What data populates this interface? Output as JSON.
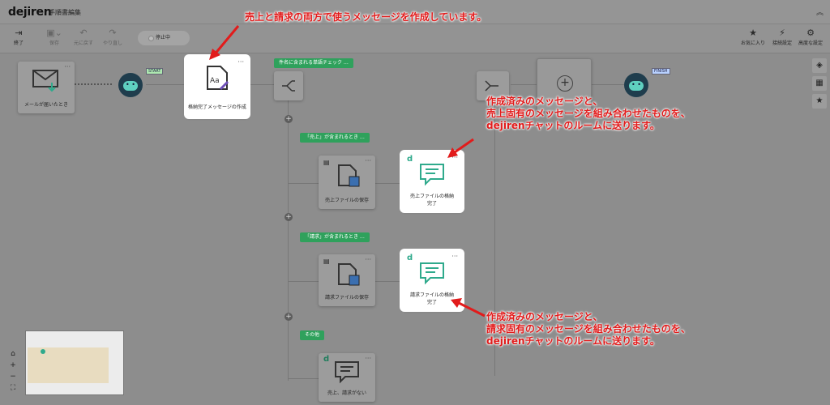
{
  "app": {
    "logo": "dejiren",
    "title": "手順書編集",
    "collapse_icon": "chevrons-up-icon"
  },
  "toolbar": {
    "exit": "終了",
    "save": "保存",
    "undo": "元に戻す",
    "redo": "やり直し",
    "status": "停止中",
    "favorite": "お気に入り",
    "connection": "接続設定",
    "advanced": "高度な設定"
  },
  "flow": {
    "trigger_label": "メールが届いたとき",
    "start_tag": "START",
    "compose_label": "格納完了メッセージの作成",
    "branch_check": "件名に含まれる単語チェック …",
    "cond_sales": "「売上」が含まれるとき …",
    "cond_bill": "「請求」が含まれるとき …",
    "cond_other": "その他",
    "save_sales": "売上ファイルの保存",
    "save_bill": "請求ファイルの保存",
    "msg_sales": "売上ファイルの格納完了",
    "msg_bill": "請求ファイルの格納完了",
    "msg_other": "売上、請求がない",
    "finish_tag": "FINISH"
  },
  "annotations": {
    "top": "売上と請求の両方で使うメッセージを作成しています。",
    "middle": [
      "作成済みのメッセージと、",
      "売上固有のメッセージを組み合わせたものを、",
      "dejirenチャットのルームに送ります。"
    ],
    "bottom": [
      "作成済みのメッセージと、",
      "請求固有のメッセージを組み合わせたものを、",
      "dejirenチャットのルームに送ります。"
    ]
  },
  "colors": {
    "annotation": "#e21b1b",
    "tag_green": "#2fa15c",
    "icon_teal": "#2faa8c"
  }
}
